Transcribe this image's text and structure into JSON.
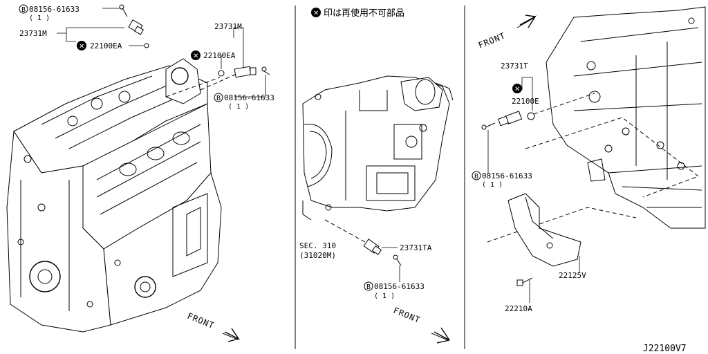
{
  "diagram_id": "J22100V7",
  "note_text": "印は再使用不可部品",
  "panel_left": {
    "bolt_top_code": "08156-61633",
    "bolt_top_qty": "( 1 )",
    "sensor_a": "23731M",
    "washer_a": "22100EA",
    "sensor_b": "23731M",
    "washer_b": "22100EA",
    "bolt_right_code": "08156-61633",
    "bolt_right_qty": "( 1 )",
    "front": "FRONT"
  },
  "panel_mid": {
    "sec_line1": "SEC. 310",
    "sec_line2": "(31020M)",
    "sensor": "23731TA",
    "bolt_code": "08156-61633",
    "bolt_qty": "( 1 )",
    "front": "FRONT"
  },
  "panel_right": {
    "sensor": "23731T",
    "washer": "22100E",
    "bolt_code": "08156-61633",
    "bolt_qty": "( 1 )",
    "cover": "22125V",
    "bolt2": "22210A",
    "front": "FRONT"
  }
}
